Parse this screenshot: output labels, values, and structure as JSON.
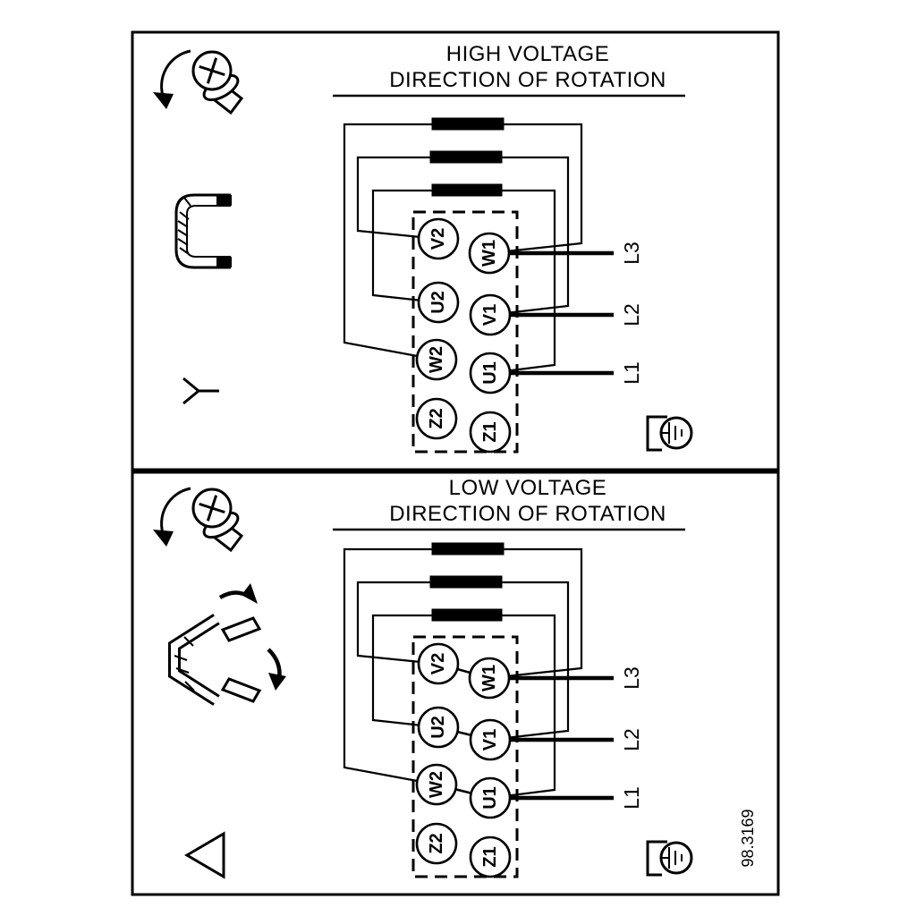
{
  "figure_number": "98.3169",
  "colors": {
    "ink": "#000000",
    "background": "#ffffff"
  },
  "panels": [
    {
      "id": "high-voltage",
      "title_line1": "HIGH VOLTAGE",
      "title_line2": "DIRECTION OF ROTATION",
      "connection_symbol": "star",
      "terminals_left": [
        "V2",
        "U2",
        "W2",
        "Z2"
      ],
      "terminals_right": [
        "W1",
        "V1",
        "U1",
        "Z1"
      ],
      "line_labels": [
        "L3",
        "L2",
        "L1"
      ],
      "icons": [
        "screw-rotation-icon",
        "jumper-bracket-icon",
        "star-symbol-icon",
        "ground-icon"
      ]
    },
    {
      "id": "low-voltage",
      "title_line1": "LOW VOLTAGE",
      "title_line2": "DIRECTION OF ROTATION",
      "connection_symbol": "delta",
      "terminals_left": [
        "V2",
        "U2",
        "W2",
        "Z2"
      ],
      "terminals_right": [
        "W1",
        "V1",
        "U1",
        "Z1"
      ],
      "line_labels": [
        "L3",
        "L2",
        "L1"
      ],
      "icons": [
        "screw-rotation-icon",
        "jumper-reposition-icon",
        "delta-symbol-icon",
        "ground-icon"
      ]
    }
  ]
}
